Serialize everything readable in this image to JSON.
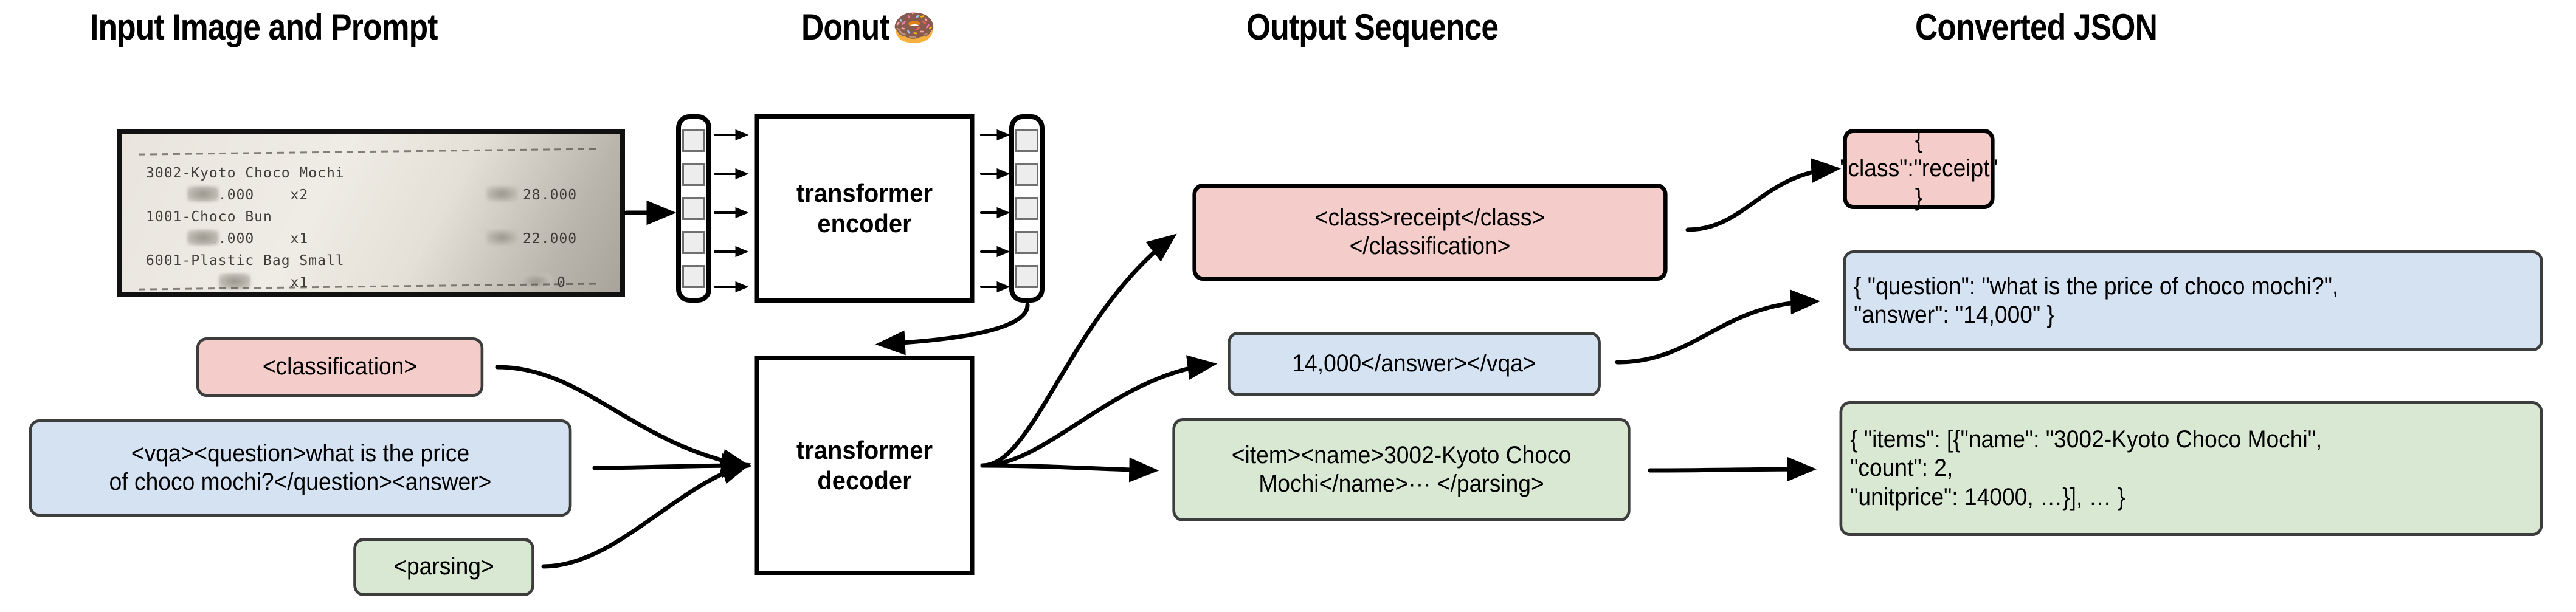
{
  "headers": {
    "input": "Input Image and Prompt",
    "model": "Donut",
    "model_emoji": "🍩",
    "output": "Output Sequence",
    "json": "Converted JSON"
  },
  "receipt": {
    "lines": [
      "3002-Kyoto Choco Mochi",
      "      14.000    x2",
      "1001-Choco Bun",
      "      22.000    x1",
      "6001-Plastic Bag Small",
      "         0      x1"
    ],
    "amounts": [
      "28.000",
      "22.000",
      "0"
    ]
  },
  "prompts": [
    {
      "id": "classification",
      "text": "<classification>",
      "color": "#f4ccca"
    },
    {
      "id": "vqa",
      "text": "<vqa><question>what is the price\nof choco mochi?</question><answer>",
      "color": "#d4e2f2"
    },
    {
      "id": "parsing",
      "text": "<parsing>",
      "color": "#d9e8d3"
    }
  ],
  "model": {
    "encoder_label": "transformer\nencoder",
    "decoder_label": "transformer\ndecoder",
    "encoder_input_tokens": 5,
    "encoder_output_tokens": 5
  },
  "output_sequences": [
    {
      "id": "classification",
      "text": "<class>receipt</class>\n</classification>",
      "color": "#f4ccca"
    },
    {
      "id": "vqa",
      "text": "14,000</answer></vqa>",
      "color": "#d4e2f2"
    },
    {
      "id": "parsing",
      "text": "<item><name>3002-Kyoto Choco\nMochi</name>··· </parsing>",
      "color": "#d9e8d3"
    }
  ],
  "converted_json": [
    {
      "id": "classification",
      "text": "{ \"class\":\"receipt\" }",
      "color": "#f4ccca"
    },
    {
      "id": "vqa",
      "text": "{ \"question\": \"what is the price of choco mochi?\",\n   \"answer\": \"14,000\" }",
      "color": "#d4e2f2"
    },
    {
      "id": "parsing",
      "text": "{ \"items\": [{\"name\": \"3002-Kyoto Choco Mochi\",\n      \"count\": 2,\n      \"unitprice\": 14000, …}], … }",
      "color": "#d9e8d3"
    }
  ],
  "colors": {
    "pink": "#f4ccca",
    "blue": "#d4e2f2",
    "green": "#d9e8d3",
    "stroke": "#000000",
    "box_border": "#3d3d3d"
  }
}
